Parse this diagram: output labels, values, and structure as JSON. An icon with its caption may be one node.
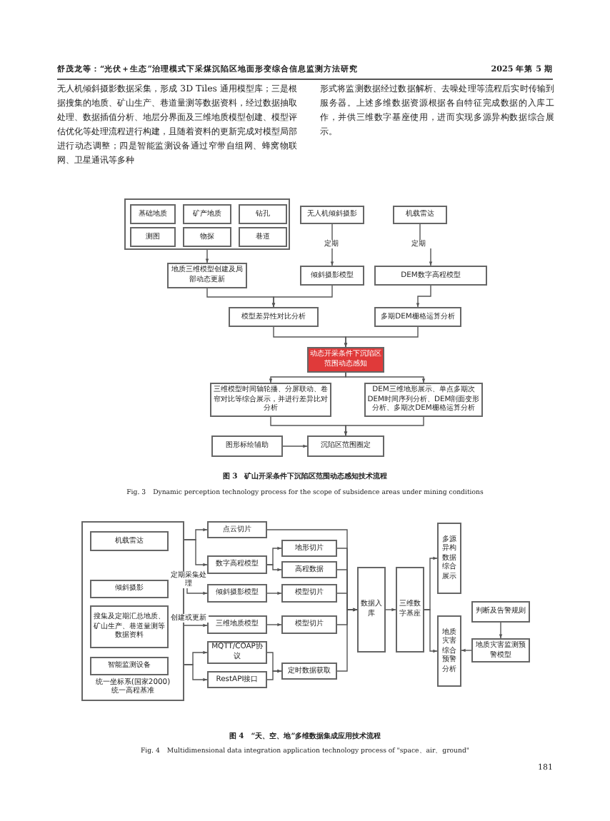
{
  "diagram": {
    "nodes": [
      {
        "text": [],
        "shape": "box"
      },
      {
        "text": [
          "基础地质"
        ],
        "in": 0
      },
      {
        "text": [
          "矿产地质"
        ],
        "in": 0
      },
      {
        "text": [
          "钻孔"
        ],
        "in": 0
      },
      {
        "text": [
          "测图"
        ],
        "in": 0
      },
      {
        "text": [
          "物探"
        ],
        "in": 0
      },
      {
        "text": [
          "巷道"
        ],
        "in": 0
      },
      {
        "text": [
          "无人机倾斜摄影"
        ]
      },
      {
        "text": [
          "机载雷达"
        ]
      },
      {
        "text": [
          "地质三维模型创建及局部动态更新"
        ]
      },
      {
        "text": [
          "倾斜摄影模型"
        ]
      },
      {
        "text": [
          "DEM数字高程模型"
        ]
      },
      {
        "text": [
          "模型差异性对比分析"
        ]
      },
      {
        "text": [
          "多期DEM栅格运算分析"
        ]
      },
      {
        "text": [
          "动态开采条件下沉陷区范围动态感知"
        ]
      },
      {
        "text": [
          "三维模型时间轴轮播、分屏联动、卷帘对比等综合展示，并进行差异比对分析"
        ]
      },
      {
        "text": [
          "DEM三维地形展示、单点多期次DEM时间序列分析、DEM剖面变形分析、多期次DEM栅格运算分析"
        ]
      },
      {
        "text": [
          "图形标绘辅助"
        ]
      },
      {
        "text": [
          "沉陷区范围圈定"
        ]
      },
      {
        "text": [
          "统一坐标系(国家2000) 统一高程基准"
        ]
      },
      {
        "text": [
          "机载雷达"
        ],
        "in": 19
      },
      {
        "text": [
          "倾斜摄影"
        ],
        "in": 19
      },
      {
        "text": [
          "搜集及定期汇总地质、矿山生产、巷道量测等数据资料"
        ],
        "in": 19
      },
      {
        "text": [
          "智能监测设备"
        ],
        "in": 19
      },
      {
        "text": [
          "点云切片"
        ]
      },
      {
        "text": [
          "数字高程模型"
        ]
      },
      {
        "text": [
          "倾斜摄影模型"
        ]
      },
      {
        "text": [
          "三维地质模型"
        ]
      },
      {
        "text": [
          "MQTT/COAP协议"
        ]
      },
      {
        "text": [
          "RestAPI接口"
        ]
      },
      {
        "text": [
          "地形切片"
        ]
      },
      {
        "text": [
          "高程数据"
        ]
      },
      {
        "text": [
          "模型切片"
        ]
      },
      {
        "text": [
          "模型切片"
        ]
      },
      {
        "text": [
          "定时数据获取"
        ]
      },
      {
        "text": [
          "数据入库"
        ]
      },
      {
        "text": [
          "三维数字基座"
        ]
      },
      {
        "text": [
          "多源异构数据综合展示"
        ]
      },
      {
        "text": [
          "地质灾害综合预警分析"
        ]
      },
      {
        "text": [
          "判断及告警规则"
        ]
      },
      {
        "text": [
          "地质灾害监测预警模型"
        ]
      }
    ],
    "edges": [
      {
        "from": 0,
        "to": 9,
        "arrow": "to"
      },
      {
        "from": 7,
        "to": 10,
        "arrow": "to",
        "label": "定期"
      },
      {
        "from": 8,
        "to": 11,
        "arrow": "to",
        "label": "定期"
      },
      {
        "from": 9,
        "to": 12,
        "arrow": "to"
      },
      {
        "from": 10,
        "to": 12,
        "arrow": "to"
      },
      {
        "from": 11,
        "to": 13,
        "arrow": "to"
      },
      {
        "from": 12,
        "to": 14,
        "arrow": "to"
      },
      {
        "from": 13,
        "to": 14,
        "arrow": "to"
      },
      {
        "from": 14,
        "to": 15,
        "arrow": "to"
      },
      {
        "from": 14,
        "to": 16,
        "arrow": "to"
      },
      {
        "from": 15,
        "to": 18,
        "arrow": "to"
      },
      {
        "from": 16,
        "to": 18,
        "arrow": "to"
      },
      {
        "from": 17,
        "to": 18,
        "arrow": "to"
      },
      {
        "from": 20,
        "to": 24,
        "arrow": "to"
      },
      {
        "from": 20,
        "to": 25,
        "arrow": "to"
      },
      {
        "from": 21,
        "to": 26,
        "arrow": "to",
        "label": "定期采集处理"
      },
      {
        "from": 22,
        "to": 27,
        "arrow": "to",
        "label": "创建或更新"
      },
      {
        "from": 23,
        "to": 28,
        "arrow": "to"
      },
      {
        "from": 23,
        "to": 29,
        "arrow": "to"
      },
      {
        "from": 25,
        "to": 30,
        "arrow": "to"
      },
      {
        "from": 25,
        "to": 31,
        "arrow": "to"
      },
      {
        "from": 26,
        "to": 32,
        "arrow": "to"
      },
      {
        "from": 27,
        "to": 33,
        "arrow": "to"
      },
      {
        "from": 28,
        "to": 34,
        "arrow": "to"
      },
      {
        "from": 29,
        "to": 34,
        "arrow": "to"
      },
      {
        "from": 24,
        "to": 35,
        "arrow": "to"
      },
      {
        "from": 30,
        "to": 35,
        "arrow": "to"
      },
      {
        "from": 31,
        "to": 35,
        "arrow": "to"
      },
      {
        "from": 32,
        "to": 35,
        "arrow": "to"
      },
      {
        "from": 33,
        "to": 35,
        "arrow": "to"
      },
      {
        "from": 34,
        "to": 35,
        "arrow": "to"
      },
      {
        "from": 35,
        "to": 36,
        "arrow": "to"
      },
      {
        "from": 36,
        "to": 37,
        "arrow": "to"
      },
      {
        "from": 36,
        "to": 38,
        "arrow": "to"
      },
      {
        "from": 40,
        "to": 38,
        "arrow": "to"
      },
      {
        "from": 39,
        "to": 40,
        "arrow": "to"
      }
    ],
    "labels": [
      "舒茂龙等：“光伏＋生态”治理模式下采煤沉陷区地面形变综合信息监测方法研究",
      "2025 年第 5 期",
      "无人机倾斜摄影数据采集，形成 3D Tiles 通用模型库；三是根据搜集的地质、矿山生产、巷道量测等数据资料，经过数据抽取处理、数据插值分析、地层分界面及三维地质模型创建、模型评估优化等处理流程进行构建，且随着资料的更新完成对模型局部进行动态调整；四是智能监测设备通过窄带自组网、蜂窝物联网、卫星通讯等多种",
      "形式将监测数据经过数据解析、去噪处理等流程后实时传输到服务器。上述多维数据资源根据各自特征完成数据的入库工作，并供三维数字基座使用，进而实现多源异构数据综合展示。",
      "图 3　矿山开采条件下沉陷区范围动态感知技术流程",
      "Fig. 3　Dynamic perception technology process for the scope of subsidence areas under mining conditions",
      "图 4　“天、空、地”多维数据集成应用技术流程",
      "Fig. 4　Multidimensional data integration application technology process of \"space、air、ground\"",
      "181"
    ]
  }
}
